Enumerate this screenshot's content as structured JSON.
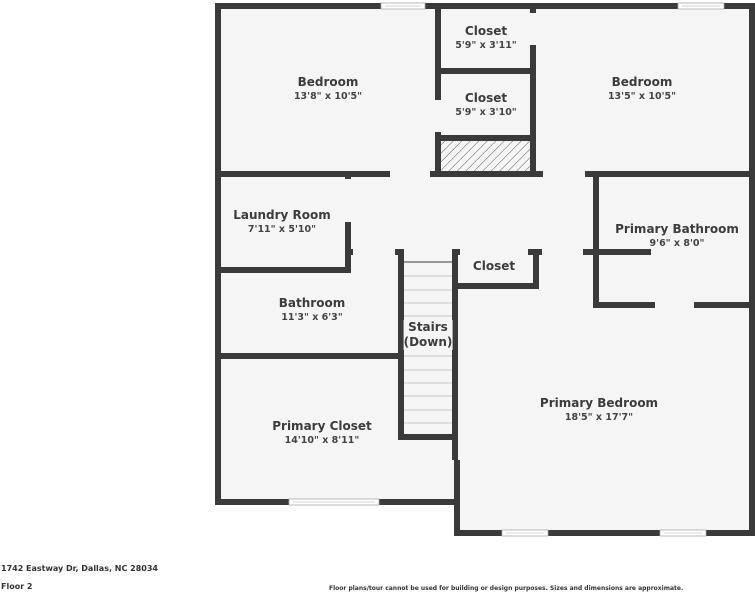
{
  "floorplan": {
    "address": "1742 Eastway Dr, Dallas, NC 28034",
    "floor": "Floor 2",
    "disclaimer": "Floor plans/tour cannot be used for building or design purposes. Sizes and dimensions are approximate.",
    "colors": {
      "wall": "#3a3a3a",
      "floor": "#f5f5f5",
      "text": "#3c3c3c"
    },
    "rooms": [
      {
        "name": "Bedroom",
        "dim": "13'8\" x 10'5\""
      },
      {
        "name": "Closet",
        "dim": "5'9\" x 3'11\""
      },
      {
        "name": "Closet",
        "dim": "5'9\" x 3'10\""
      },
      {
        "name": "Bedroom",
        "dim": "13'5\" x 10'5\""
      },
      {
        "name": "Laundry Room",
        "dim": "7'11\" x 5'10\""
      },
      {
        "name": "Primary Bathroom",
        "dim": "9'6\" x 8'0\""
      },
      {
        "name": "Closet",
        "dim": ""
      },
      {
        "name": "Bathroom",
        "dim": "11'3\" x 6'3\""
      },
      {
        "name": "Stairs",
        "dim": "(Down)"
      },
      {
        "name": "Primary Closet",
        "dim": "14'10\" x 8'11\""
      },
      {
        "name": "Primary Bedroom",
        "dim": "18'5\" x 17'7\""
      }
    ]
  }
}
